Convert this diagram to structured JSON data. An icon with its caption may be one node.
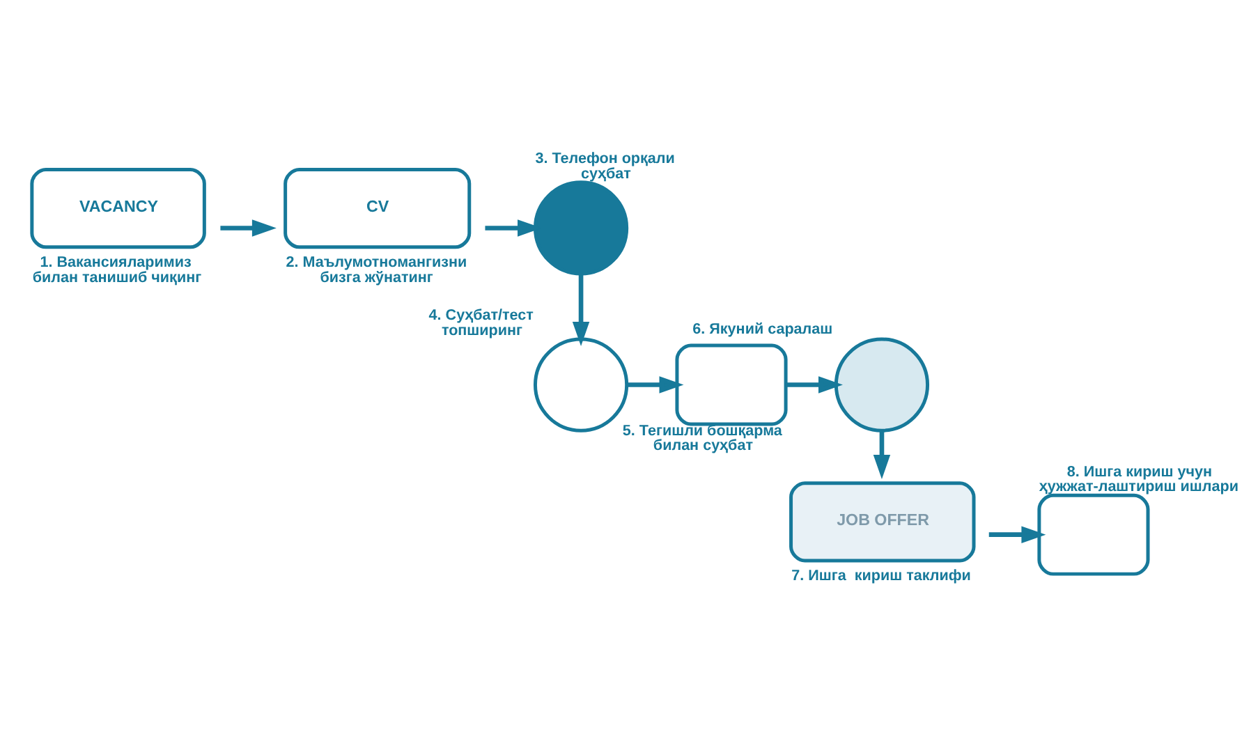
{
  "diagram": {
    "nodes": [
      {
        "text": [
          "VACANCY"
        ],
        "beside": [
          "1. Вакансияларимиз билан танишиб чиқинг"
        ]
      },
      {
        "text": [
          "CV"
        ],
        "beside": [
          "2. Маълумотномангизни бизга жўнатинг"
        ]
      },
      {
        "text": [],
        "shape": "circle",
        "beside": [
          "3. Телефон орқали суҳбат"
        ]
      },
      {
        "text": [],
        "shape": "circle",
        "beside": [
          "4. Суҳбат/тест топширинг"
        ]
      },
      {
        "text": [],
        "shape": "box",
        "beside": [
          "5. Тегишли бошқарма билан суҳбат"
        ]
      },
      {
        "text": [],
        "shape": "circle",
        "beside": [
          "6. Якуний саралаш"
        ]
      },
      {
        "text": [
          "JOB OFFER"
        ],
        "beside": [
          "7. Ишга  кириш таклифи"
        ]
      },
      {
        "text": [],
        "shape": "box",
        "beside": [
          "8. Ишга кириш учун ҳужжат-лаштириш ишлари"
        ]
      }
    ],
    "edges": [
      {
        "from": 0,
        "to": 1,
        "arrow": "to"
      },
      {
        "from": 1,
        "to": 2,
        "arrow": "to"
      },
      {
        "from": 2,
        "to": 3,
        "arrow": "to"
      },
      {
        "from": 3,
        "to": 4,
        "arrow": "to"
      },
      {
        "from": 4,
        "to": 5,
        "arrow": "to"
      },
      {
        "from": 5,
        "to": 6,
        "arrow": "to"
      },
      {
        "from": 6,
        "to": 7,
        "arrow": "to"
      }
    ]
  }
}
